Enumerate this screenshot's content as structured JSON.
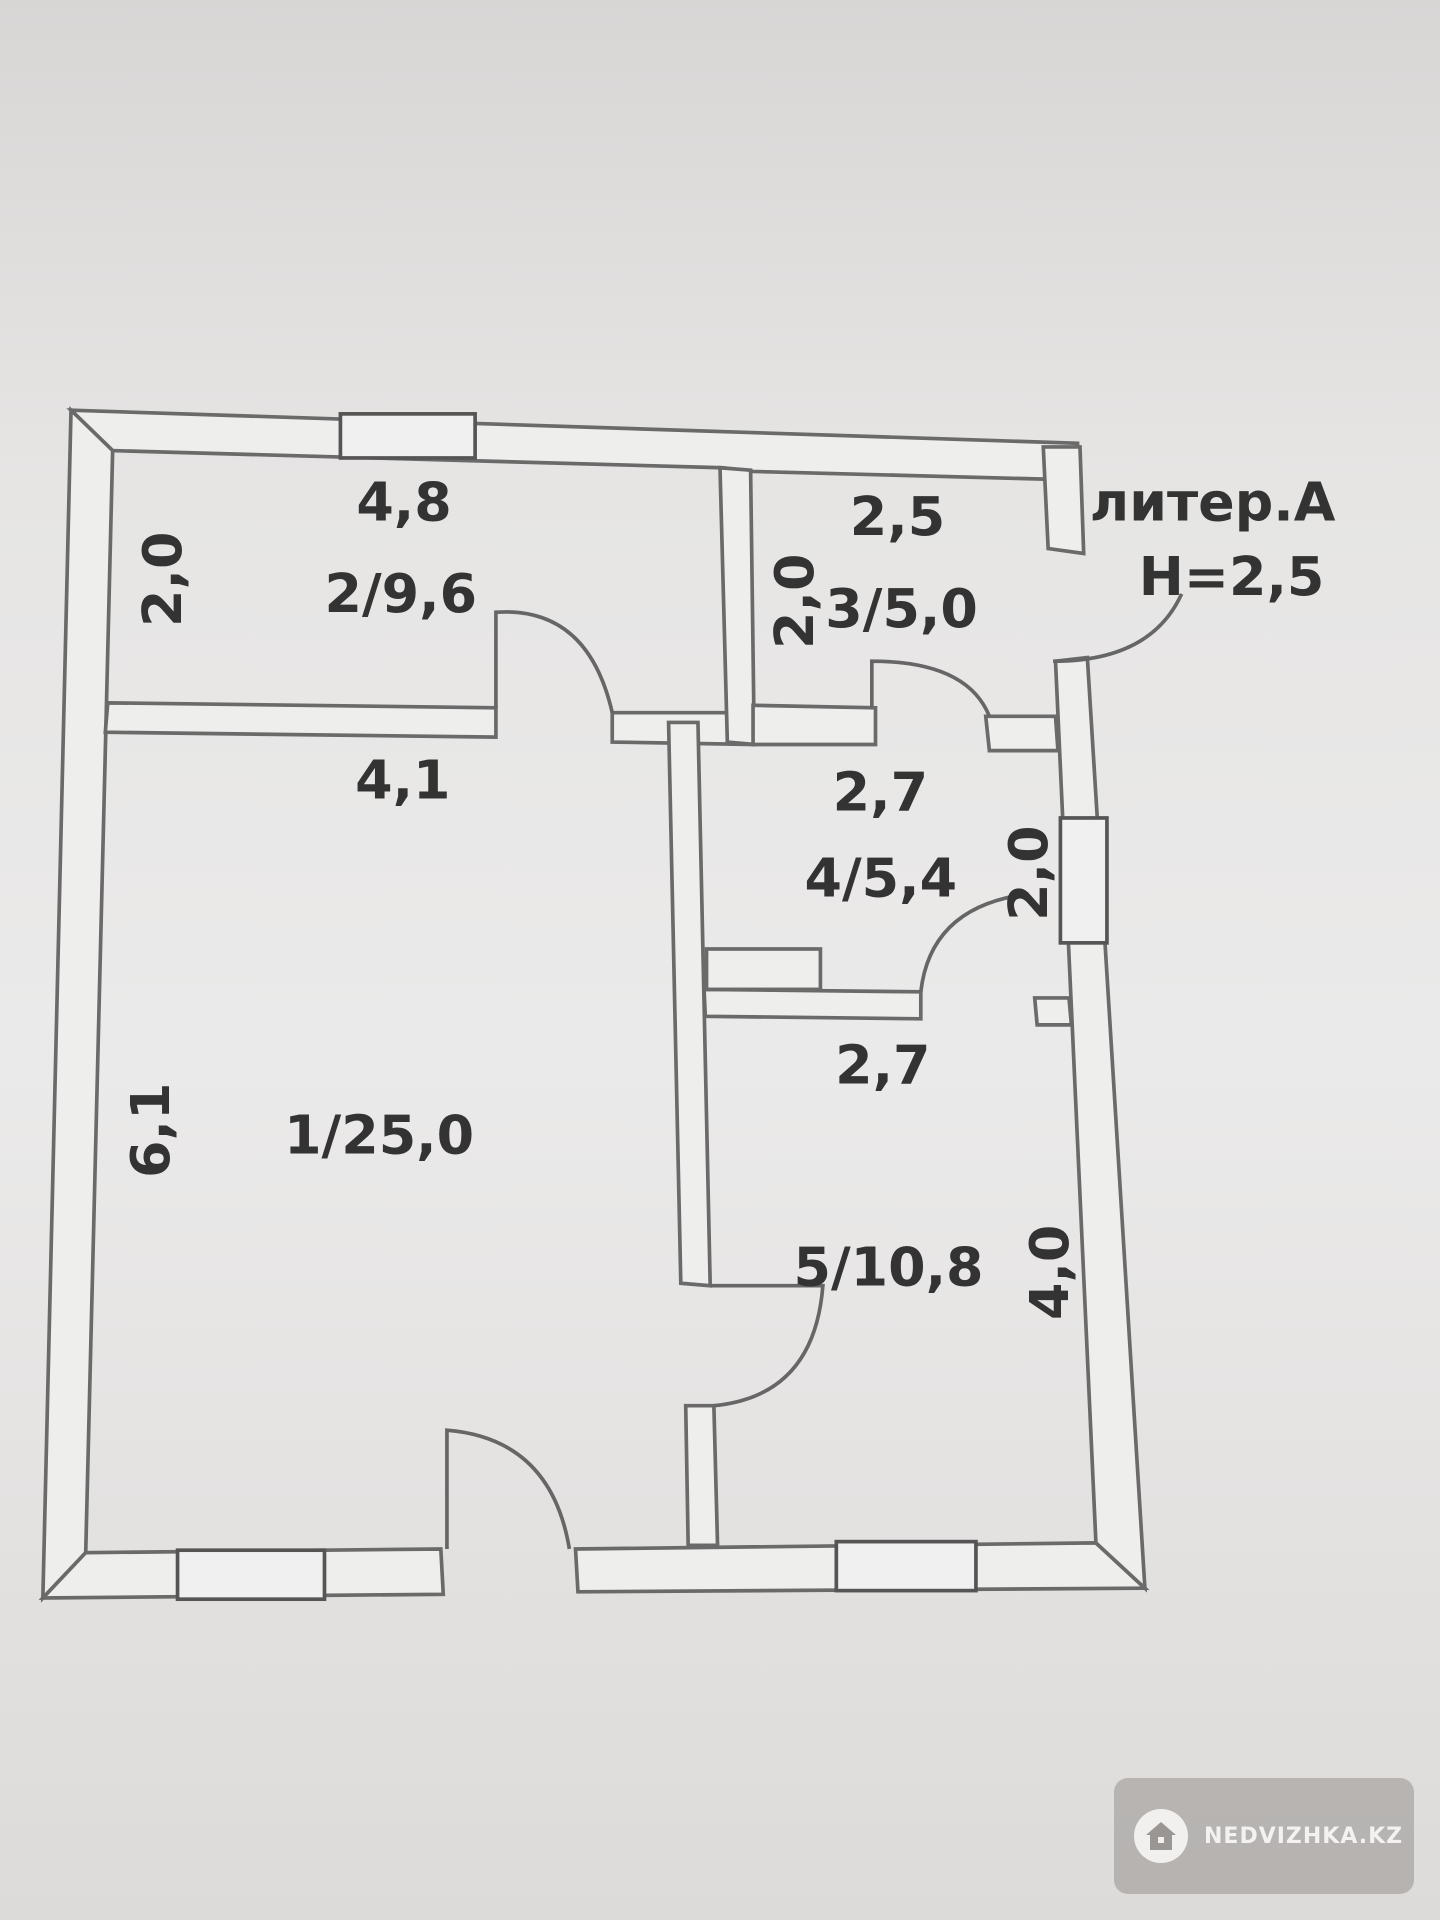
{
  "plan": {
    "letter": "литер.А",
    "height": "H=2,5",
    "rooms": [
      {
        "label": "1/25,0",
        "width": "4,1",
        "length": "6,1"
      },
      {
        "label": "2/9,6",
        "width": "4,8",
        "length": "2,0"
      },
      {
        "label": "3/5,0",
        "width": "2,5",
        "length": "2,0"
      },
      {
        "label": "4/5,4",
        "width": "2,7",
        "length": "2,0"
      },
      {
        "label": "5/10,8",
        "width": "2,7",
        "length": "4,0"
      }
    ]
  },
  "watermark": {
    "text": "NEDVIZHKA.KZ",
    "icon": "house-icon"
  }
}
